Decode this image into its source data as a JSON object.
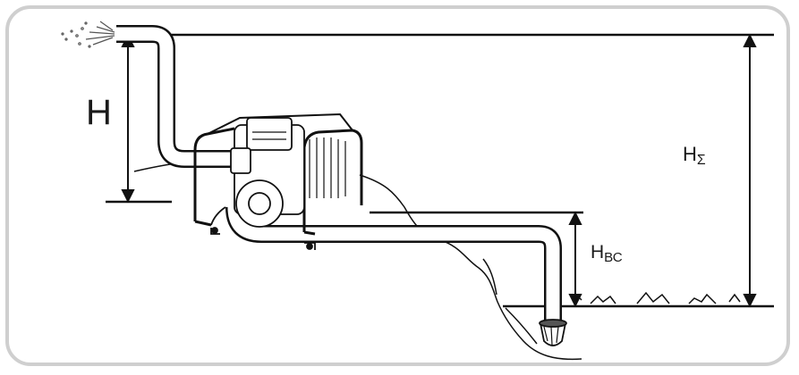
{
  "labels": {
    "head": "H",
    "total_head_main": "H",
    "total_head_sub": "Σ",
    "suction_head_main": "H",
    "suction_head_sub": "ВС"
  },
  "colors": {
    "line": "#111111",
    "pipe_fill": "#ffffff",
    "frame": "#cfcfcf",
    "water_spray": "#555555"
  }
}
